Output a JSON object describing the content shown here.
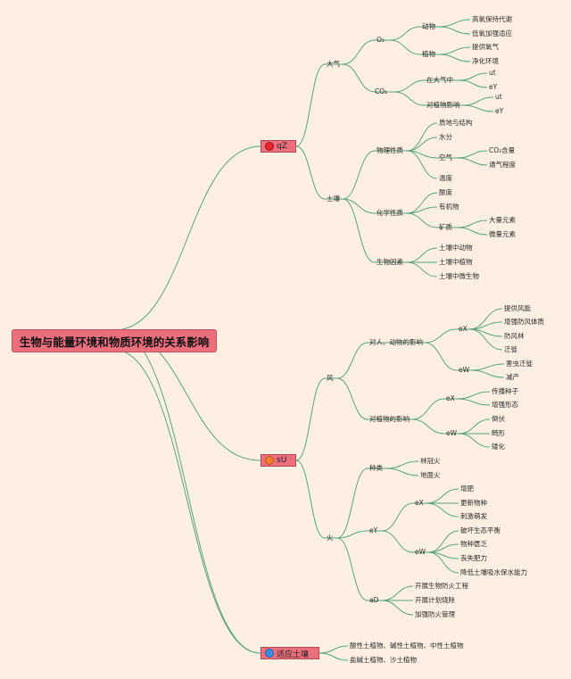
{
  "root": "生物与能量环境和物质环境的关系影响",
  "branches": [
    "qZ",
    "sU",
    "适应土壤"
  ],
  "nodes": {
    "daqi": "大气",
    "o2": "O₂",
    "dongwu": "动物",
    "gaoyang": "高氧保持代谢",
    "diyang": "低氧加强适应",
    "zhiwu": "植物",
    "tigong": "提供氧气",
    "jinghua": "净化环境",
    "co2": "CO₂",
    "zaidaqi": "在大气中",
    "ut1": "ut",
    "ey1": "eY",
    "duizhiwu": "对植物影响",
    "ut2": "ut",
    "ey2": "eY",
    "turang": "土壤",
    "wuli": "物理性质",
    "zhidi": "质地与结构",
    "shuifen": "水分",
    "kongqi": "空气",
    "co2hl": "CO₂含量",
    "tongqi": "通气程度",
    "wendu": "温度",
    "huaxue": "化学性质",
    "suandu": "酸度",
    "youjiwu": "有机物",
    "kuangzhi": "矿质",
    "dalian": "大量元素",
    "weiliang": "微量元素",
    "shengwu": "生物因素",
    "trdw": "土壤中动物",
    "trzw": "土壤中植物",
    "trwsw": "土壤中微生物",
    "feng": "风",
    "duiren": "对人、动物的影响",
    "ex1": "eX",
    "tgff": "提供风能",
    "zqff": "增强防风体质",
    "ffl": "防风林",
    "qianxi": "迁徙",
    "ew1": "eW",
    "hcqx": "害虫迁徙",
    "jianchan": "减产",
    "duizw2": "对植物的影响",
    "ex2": "eX",
    "cbzz": "传播种子",
    "zqxt": "增强形态",
    "ew2": "eW",
    "daofu": "倒伏",
    "jixing": "畸形",
    "aihua": "矮化",
    "huo": "火",
    "zhonglei": "种类",
    "lgh": "林冠火",
    "dmh": "地面火",
    "ey3": "eY",
    "ex3": "eX",
    "zengfei": "增肥",
    "gxwz": "更新物种",
    "cjmf": "刺激萌发",
    "ew3": "eW",
    "phst": "破坏生态平衡",
    "wzfa": "物种匮乏",
    "sszl": "丧失肥力",
    "jdtr": "降低土壤吸水保水能力",
    "ad": "aD",
    "kzsw": "开展生物防火工程",
    "kzjh": "开展计划烧除",
    "jqfh": "加强防火管理",
    "syturang1": "酸性土植物、碱性土植物、中性土植物",
    "syturang2": "盐碱土植物、沙土植物"
  },
  "colors": {
    "line": "#58a47a",
    "branch": "#ec6f7e",
    "background": "#fdf0e2"
  }
}
